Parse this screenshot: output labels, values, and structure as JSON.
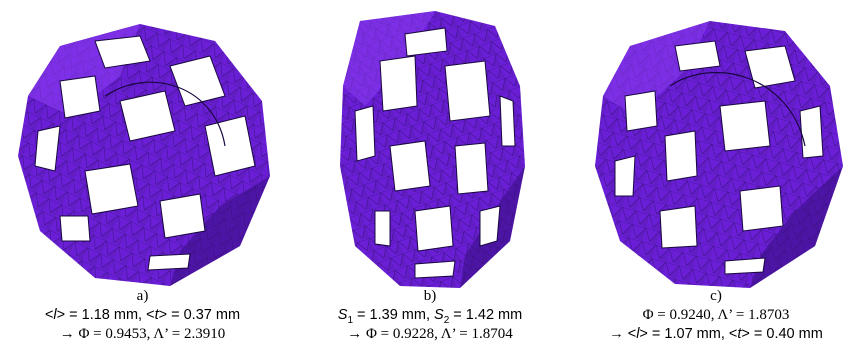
{
  "figure": {
    "colors": {
      "fill": "#6a1fd6",
      "fill_light": "#8a3cf2",
      "fill_dark": "#3a0f84",
      "edge": "#1a0840",
      "background": "#ffffff"
    },
    "panels": [
      {
        "label": "a)",
        "line1_parts": [
          "<",
          "l",
          "> = 1.18 mm, <",
          "t",
          "> = 0.37 mm"
        ],
        "line2": "→ Φ = 0.9453, Λ’ = 2.3910"
      },
      {
        "label": "b)",
        "line1_parts": [
          "S",
          "1",
          " = 1.39 mm, ",
          "S",
          "2",
          " = 1.42 mm"
        ],
        "line2": "→ Φ = 0.9228, Λ’ = 1.8704"
      },
      {
        "label": "c)",
        "line1": "Φ = 0.9240, Λ’ = 1.8703",
        "line2_parts": [
          "→ <",
          "l",
          "> = 1.07 mm, <",
          "t",
          "> = 0.40 mm"
        ]
      }
    ]
  }
}
